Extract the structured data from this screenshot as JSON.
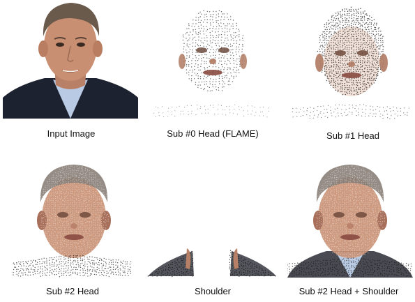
{
  "figure": {
    "panels": [
      {
        "id": "input",
        "caption": "Input Image"
      },
      {
        "id": "sub0",
        "caption": "Sub #0 Head (FLAME)"
      },
      {
        "id": "sub1",
        "caption": "Sub #1 Head"
      },
      {
        "id": "sub2",
        "caption": "Sub #2 Head"
      },
      {
        "id": "shoulder",
        "caption": "Shoulder"
      },
      {
        "id": "combined",
        "caption": "Sub #2 Head + Shoulder"
      }
    ]
  },
  "colors": {
    "background": "#ffffff",
    "skin": "#c98f72",
    "hair": "#6a5a4c",
    "suit": "#1d2230",
    "shirt": "#b9cbe4",
    "point": "#2b2b2b"
  }
}
